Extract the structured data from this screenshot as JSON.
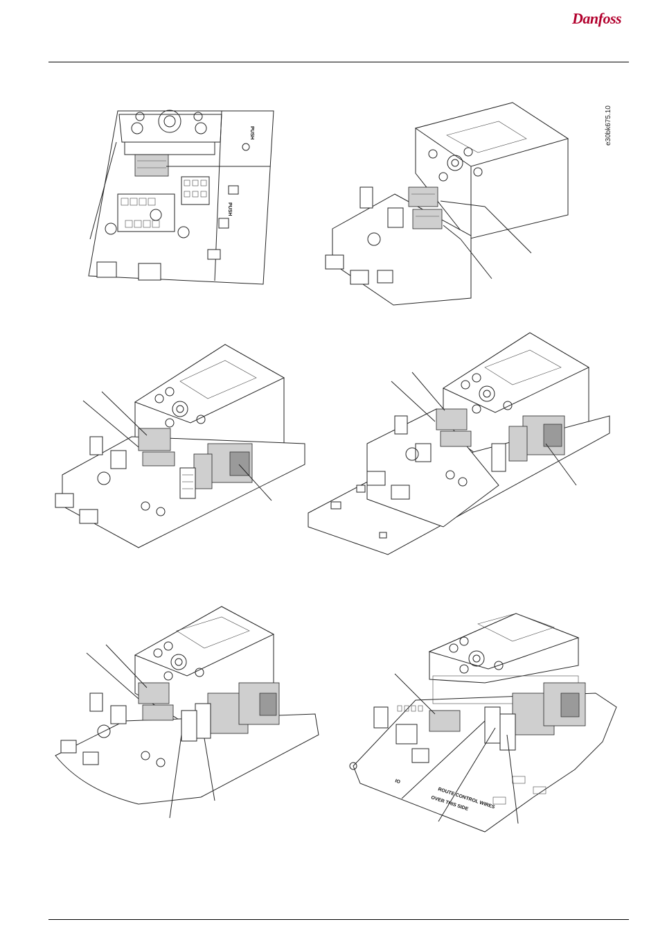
{
  "header": {
    "brand": "Danfoss"
  },
  "figure": {
    "code": "e30bk675.10",
    "panel_labels": {
      "push_top": "PUSH",
      "push_side": "PUSH",
      "board_label_1": "ROUTE CONTROL WIRES",
      "board_label_2": "OVER THIS SIDE",
      "io_label": "IO"
    }
  }
}
